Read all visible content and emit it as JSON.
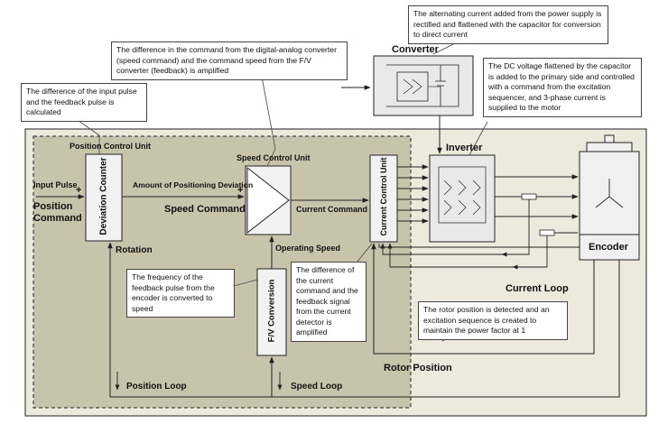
{
  "notes": {
    "converter_note": "The alternating current added from the power supply is rectified and flattened with the capacitor for conversion to direct current",
    "speed_amp_note": "The difference in the command from the digital-analog converter (speed command) and the command speed from the F/V converter (feedback) is amplified",
    "pulse_diff_note": "The difference of the input pulse and the feedback pulse is calculated",
    "inverter_note": "The DC voltage flattened by the capacitor is added to the primary side and controlled with a command from the excitation sequencer, and 3-phase current is supplied to the motor",
    "fv_note": "The frequency of the feedback pulse from the encoder is converted to speed",
    "current_note": "The difference of the current command and the feedback signal from the current detector is amplified",
    "rotor_note": "The rotor position is detected and an excitation sequence is created to maintain the power factor at 1"
  },
  "labels": {
    "converter": "Converter",
    "position_control_unit": "Position Control Unit",
    "input_pulse": "Input Pulse",
    "position_command": "Position\nCommand",
    "plus_input": "+",
    "deviation_counter": "Deviation Counter",
    "amount_of_positioning_deviation": "Amount of Positioning Deviation",
    "plus_speed": "+",
    "speed_control_unit": "Speed Control Unit",
    "speed_command": "Speed Command",
    "current_command": "Current Command",
    "current_control_unit": "Current Control Unit",
    "inverter": "Inverter",
    "encoder": "Encoder",
    "rotation": "Rotation",
    "operating_speed": "Operating Speed",
    "fv_conversion": "F/V Conversion",
    "current_loop": "Current Loop",
    "rotor_position": "Rotor Position",
    "position_loop": "Position Loop",
    "speed_loop": "Speed Loop"
  },
  "colors": {
    "outer_bg": "#ece9dd",
    "control_bg": "#c8c4ac",
    "box_fill": "#ffffff",
    "block_fill": "#f2f2f2",
    "stroke": "#222222"
  }
}
